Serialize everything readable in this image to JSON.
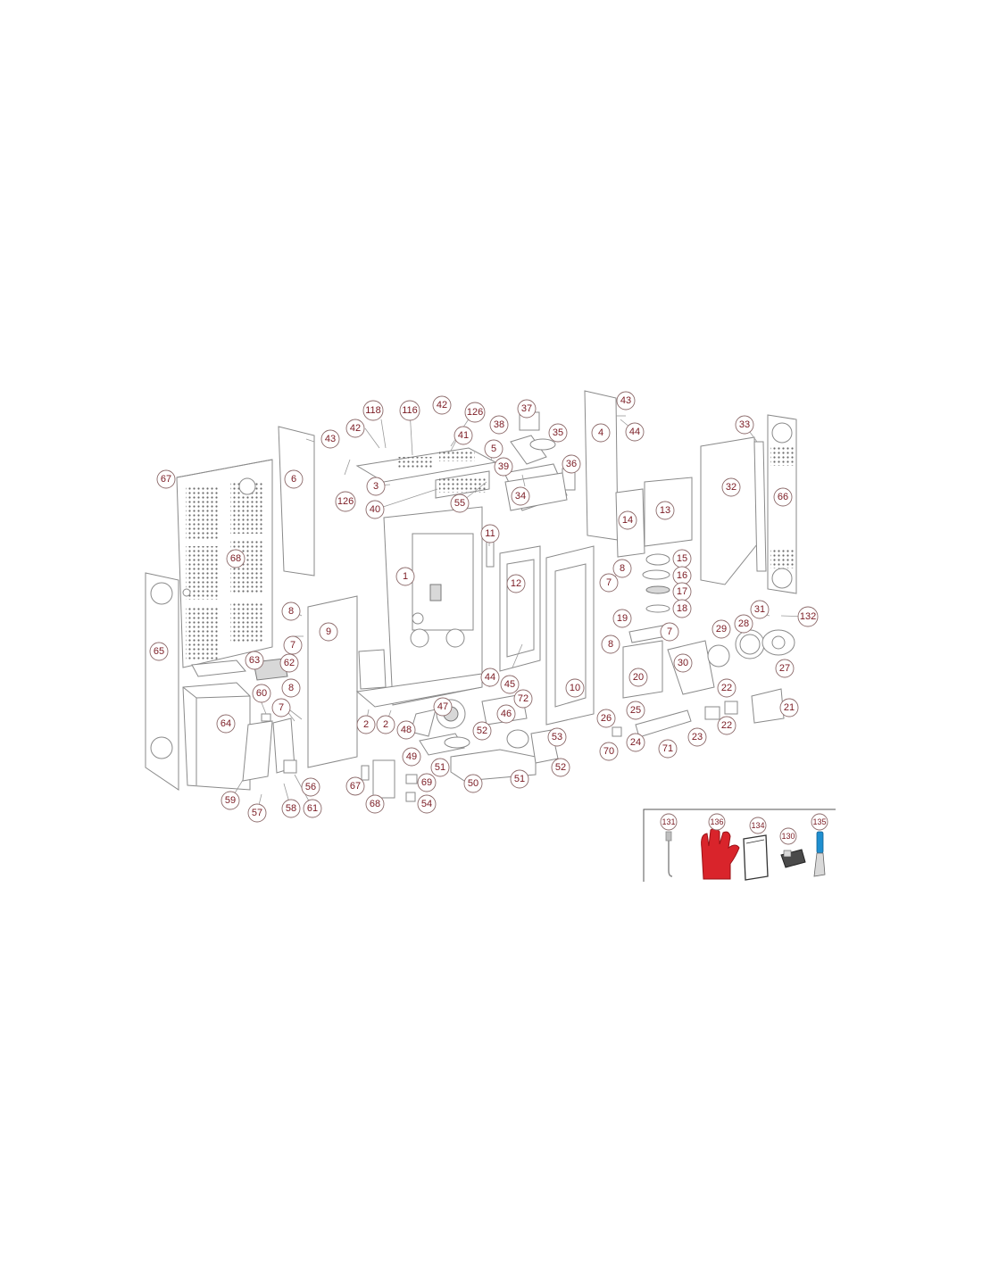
{
  "colors": {
    "label_text": "#7a1a22",
    "glove": "#d9242b",
    "scraper_handle": "#1f8fd0",
    "line": "#8a8a8a"
  },
  "part_labels": {
    "p1": "1",
    "p2a": "2",
    "p2b": "2",
    "p3": "3",
    "p4": "4",
    "p5": "5",
    "p6": "6",
    "p7a": "7",
    "p7b": "7",
    "p7c": "7",
    "p7d": "7",
    "p8a": "8",
    "p8b": "8",
    "p8c": "8",
    "p8d": "8",
    "p9": "9",
    "p10": "10",
    "p11": "11",
    "p12": "12",
    "p13": "13",
    "p14": "14",
    "p15": "15",
    "p16": "16",
    "p17": "17",
    "p18": "18",
    "p19": "19",
    "p20": "20",
    "p21": "21",
    "p22a": "22",
    "p22b": "22",
    "p23": "23",
    "p24": "24",
    "p25": "25",
    "p26": "26",
    "p27": "27",
    "p28": "28",
    "p29": "29",
    "p30": "30",
    "p31": "31",
    "p32": "32",
    "p33": "33",
    "p34": "34",
    "p35": "35",
    "p36": "36",
    "p37": "37",
    "p38": "38",
    "p39": "39",
    "p40": "40",
    "p41": "41",
    "p42a": "42",
    "p42b": "42",
    "p43a": "43",
    "p43b": "43",
    "p44a": "44",
    "p44b": "44",
    "p45": "45",
    "p46": "46",
    "p47": "47",
    "p48": "48",
    "p49": "49",
    "p50": "50",
    "p51a": "51",
    "p51b": "51",
    "p52a": "52",
    "p52b": "52",
    "p53": "53",
    "p54": "54",
    "p55": "55",
    "p56": "56",
    "p57": "57",
    "p58": "58",
    "p59": "59",
    "p60": "60",
    "p61": "61",
    "p62": "62",
    "p63": "63",
    "p64": "64",
    "p65": "65",
    "p66": "66",
    "p67a": "67",
    "p67b": "67",
    "p68a": "68",
    "p68b": "68",
    "p69": "69",
    "p70": "70",
    "p71": "71",
    "p72": "72",
    "p116": "116",
    "p118": "118",
    "p126a": "126",
    "p126b": "126",
    "p132": "132"
  },
  "accessories": {
    "a131": "131",
    "a136": "136",
    "a134": "134",
    "a130": "130",
    "a135": "135"
  },
  "icons": {
    "glove": "glove-icon",
    "manual": "manual-book-icon",
    "brush": "cleaning-brush-icon",
    "scraper": "scraper-icon",
    "hook": "hook-tool-icon"
  }
}
